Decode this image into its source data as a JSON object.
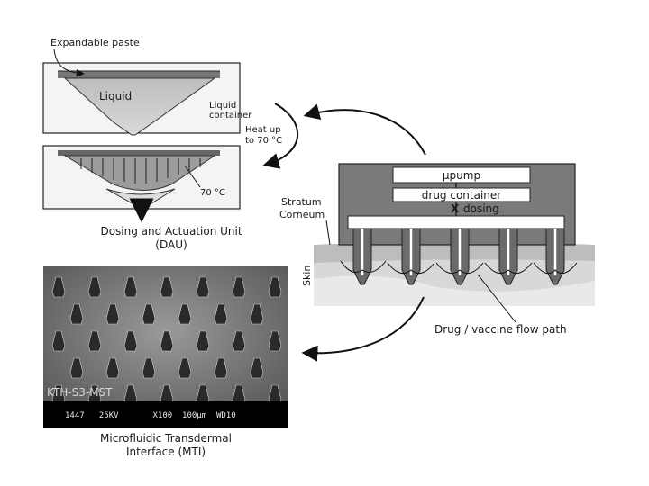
{
  "dau": {
    "expandable_paste": "Expandable paste",
    "liquid": "Liquid",
    "liquid_container_1": "Liquid",
    "liquid_container_2": "container",
    "heat_up_1": "Heat up",
    "heat_up_2": "to 70 °C",
    "temp": "70 °C",
    "title_1": "Dosing and Actuation Unit",
    "title_2": "(DAU)"
  },
  "device": {
    "pump": "µpump",
    "drug_container": "drug container",
    "dosing": "dosing",
    "x_mark": "X",
    "stratum_1": "Stratum",
    "stratum_2": "Corneum",
    "skin": "Skin",
    "flow_path": "Drug / vaccine flow path"
  },
  "mti": {
    "watermark": "KTH-S3-MST",
    "sem_info": "1447   25KV       X100  100µm  WD10",
    "title_1": "Microfluidic Transdermal",
    "title_2": "Interface (MTI)"
  }
}
